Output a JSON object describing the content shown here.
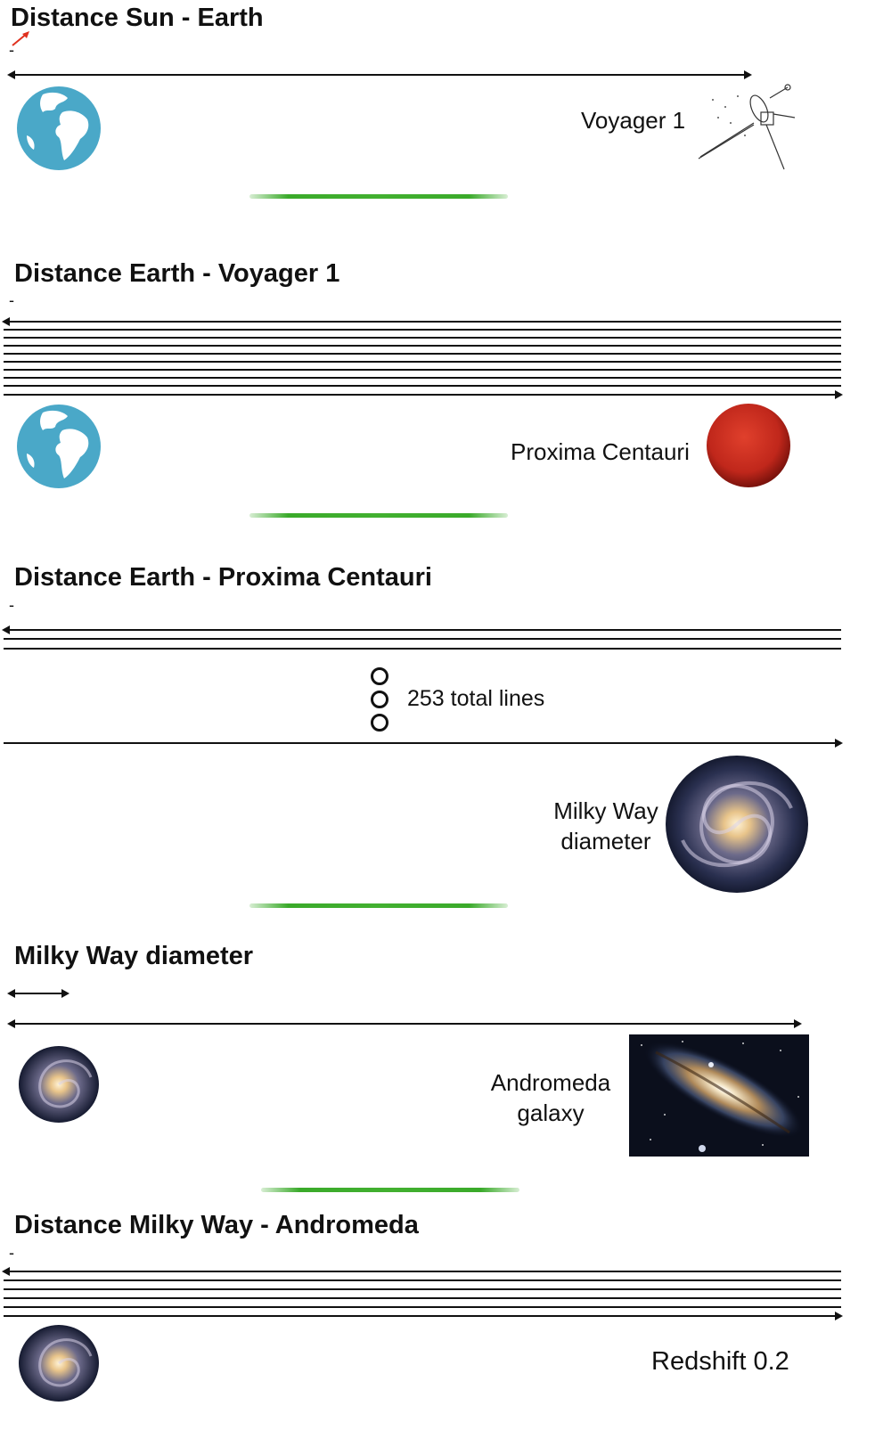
{
  "sections": {
    "s1": {
      "title": "Distance Sun - Earth",
      "dash": "-"
    },
    "s2": {
      "title": "Distance Earth - Voyager 1",
      "dash": "-"
    },
    "s3": {
      "title": "Distance Earth - Proxima Centauri",
      "dash": "-"
    },
    "s4": {
      "title": "Milky Way diameter"
    },
    "s5": {
      "title": "Distance Milky Way - Andromeda",
      "dash": "-"
    }
  },
  "objects": {
    "voyager": "Voyager 1",
    "proxima": "Proxima Centauri",
    "milkyway_line1": "Milky Way",
    "milkyway_line2": "diameter",
    "andromeda_line1": "Andromeda",
    "andromeda_line2": "galaxy",
    "redshift": "Redshift 0.2"
  },
  "ellipsis_note": "253 total lines",
  "colors": {
    "earth": "#4aa8c8",
    "proxima": "#c0271b",
    "green_rule": "#3aaa2a",
    "red_arrow": "#e0301e"
  }
}
